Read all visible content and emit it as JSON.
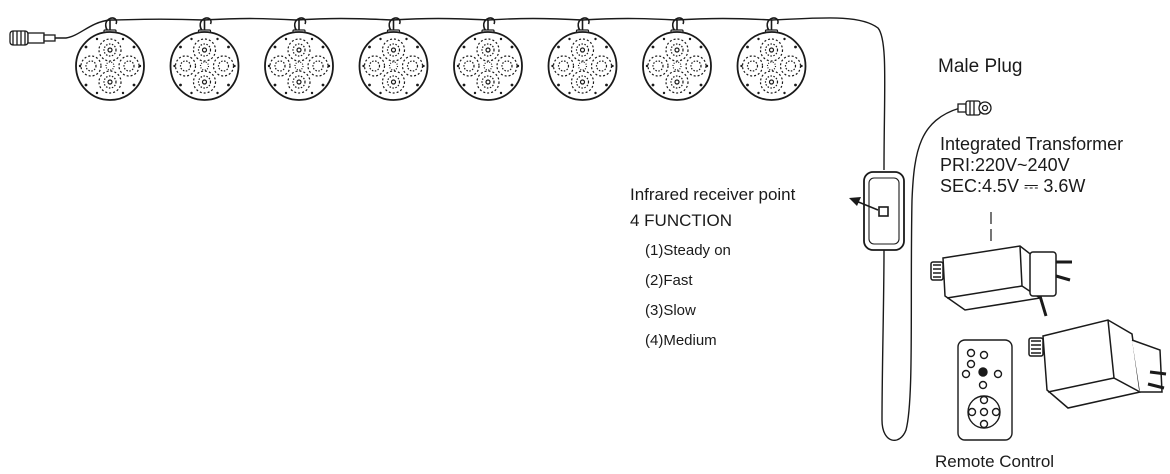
{
  "labels": {
    "male_plug": "Male Plug",
    "transformer_title": "Integrated Transformer",
    "transformer_pri": "PRI:220V~240V",
    "transformer_sec": "SEC:4.5V ⎓ 3.6W",
    "infrared": "Infrared receiver point",
    "function_title": "4 FUNCTION",
    "functions": [
      "(1)Steady on",
      "(2)Fast",
      "(3)Slow",
      "(4)Medium"
    ],
    "remote_control": "Remote Control"
  },
  "lanterns": {
    "count": 8
  },
  "colors": {
    "line": "#1a1a1a",
    "background": "#ffffff"
  }
}
